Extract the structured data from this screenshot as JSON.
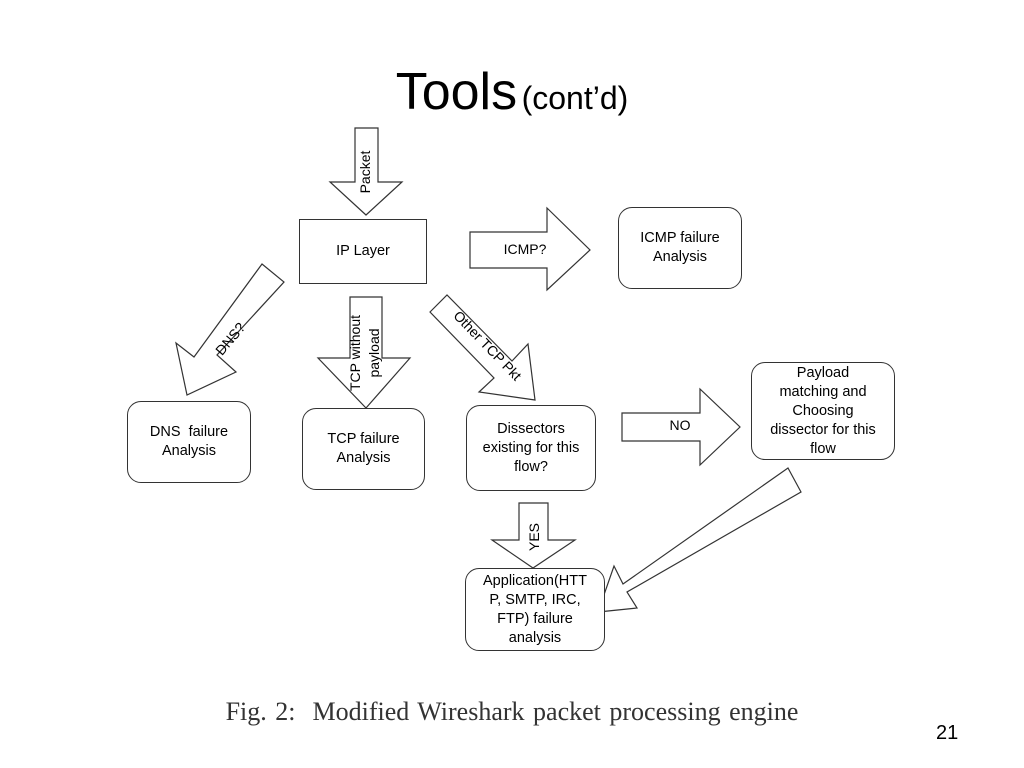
{
  "slide": {
    "title": "Tools",
    "title_suffix": "(cont’d)",
    "slide_number": "21"
  },
  "figure": {
    "caption": "Fig. 2:  Modified Wireshark packet processing engine",
    "nodes": {
      "ip_layer": "IP Layer",
      "icmp": [
        "ICMP failure",
        "Analysis"
      ],
      "dns": [
        "DNS  failure",
        "Analysis"
      ],
      "tcp": [
        "TCP failure",
        "Analysis"
      ],
      "dissectors": [
        "Dissectors",
        "existing for this",
        "flow?"
      ],
      "payload": [
        "Payload",
        "matching and",
        "Choosing",
        "dissector for this",
        "flow"
      ],
      "application": [
        "Application(HTT",
        "P, SMTP, IRC,",
        "FTP) failure",
        "analysis"
      ]
    },
    "edges": {
      "packet": "Packet",
      "icmp_q": "ICMP?",
      "dns_q": "DNS?",
      "tcp_no_payload": [
        "TCP without",
        "payload"
      ],
      "other_tcp": "Other TCP Pkt",
      "no": "NO",
      "yes": "YES"
    }
  }
}
